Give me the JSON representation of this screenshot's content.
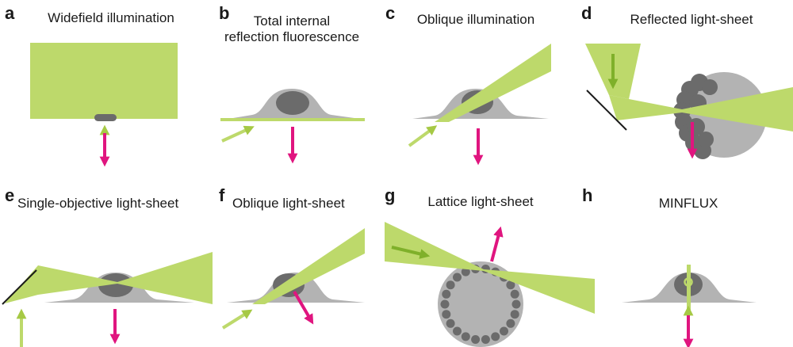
{
  "colors": {
    "beam": "#bdd96b",
    "beam_arrow": "#a6c945",
    "beam_arrow_dark": "#7fb02a",
    "cell": "#b3b3b3",
    "nucleus": "#6b6b6b",
    "emission": "#e0157f",
    "mirror": "#1a1a1a"
  },
  "panels": {
    "a": {
      "label": "a",
      "title": "Widefield illumination"
    },
    "b": {
      "label": "b",
      "title_line1": "Total internal",
      "title_line2": "reflection fluorescence"
    },
    "c": {
      "label": "c",
      "title": "Oblique illumination"
    },
    "d": {
      "label": "d",
      "title": "Reflected light-sheet"
    },
    "e": {
      "label": "e",
      "title": "Single-objective light-sheet"
    },
    "f": {
      "label": "f",
      "title": "Oblique light-sheet"
    },
    "g": {
      "label": "g",
      "title": "Lattice light-sheet"
    },
    "h": {
      "label": "h",
      "title": "MINFLUX"
    }
  }
}
